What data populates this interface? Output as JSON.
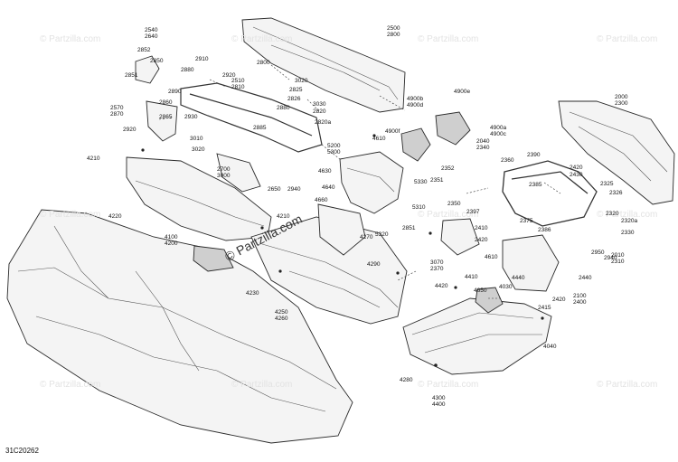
{
  "diagram_code": "31C20262",
  "watermark_text": "© Partzilla.com",
  "center_watermark": "© Partzilla.com",
  "parts": [
    {
      "label": "2540\n2640"
    },
    {
      "label": "2852"
    },
    {
      "label": "2851"
    },
    {
      "label": "2850"
    },
    {
      "label": "2910"
    },
    {
      "label": "2880"
    },
    {
      "label": "2920"
    },
    {
      "label": "2890"
    },
    {
      "label": "2860"
    },
    {
      "label": "2865"
    },
    {
      "label": "2570\n2870"
    },
    {
      "label": "2930"
    },
    {
      "label": "2920"
    },
    {
      "label": "2800"
    },
    {
      "label": "2510\n2810"
    },
    {
      "label": "3020"
    },
    {
      "label": "2825"
    },
    {
      "label": "2826"
    },
    {
      "label": "3030"
    },
    {
      "label": "2820"
    },
    {
      "label": "2880"
    },
    {
      "label": "2820a"
    },
    {
      "label": "2885"
    },
    {
      "label": "3010"
    },
    {
      "label": "3020"
    },
    {
      "label": "2500\n2800"
    },
    {
      "label": "4900e"
    },
    {
      "label": "4900b\n4900d"
    },
    {
      "label": "4900f"
    },
    {
      "label": "4900a\n4900c"
    },
    {
      "label": "4610"
    },
    {
      "label": "2040\n2340"
    },
    {
      "label": "5200\n5300"
    },
    {
      "label": "2000\n2300"
    },
    {
      "label": "4210"
    },
    {
      "label": "2700\n3000"
    },
    {
      "label": "2650"
    },
    {
      "label": "2940"
    },
    {
      "label": "4630"
    },
    {
      "label": "2352"
    },
    {
      "label": "2351"
    },
    {
      "label": "2390"
    },
    {
      "label": "2360"
    },
    {
      "label": "2420"
    },
    {
      "label": "2430"
    },
    {
      "label": "2325"
    },
    {
      "label": "2326"
    },
    {
      "label": "2385"
    },
    {
      "label": "2320"
    },
    {
      "label": "2320a"
    },
    {
      "label": "2330"
    },
    {
      "label": "4640"
    },
    {
      "label": "5330"
    },
    {
      "label": "4660"
    },
    {
      "label": "5310"
    },
    {
      "label": "4210"
    },
    {
      "label": "4220"
    },
    {
      "label": "4270"
    },
    {
      "label": "5320"
    },
    {
      "label": "2350"
    },
    {
      "label": "2397"
    },
    {
      "label": "2375"
    },
    {
      "label": "2386"
    },
    {
      "label": "2851"
    },
    {
      "label": "2410"
    },
    {
      "label": "2420"
    },
    {
      "label": "4100\n4200"
    },
    {
      "label": "4290"
    },
    {
      "label": "3070\n2370"
    },
    {
      "label": "4610"
    },
    {
      "label": "2950"
    },
    {
      "label": "2940"
    },
    {
      "label": "2010\n2310"
    },
    {
      "label": "4410"
    },
    {
      "label": "4440"
    },
    {
      "label": "4650"
    },
    {
      "label": "4030"
    },
    {
      "label": "2440"
    },
    {
      "label": "4420"
    },
    {
      "label": "2420"
    },
    {
      "label": "2100\n2400"
    },
    {
      "label": "4230"
    },
    {
      "label": "2415"
    },
    {
      "label": "4250\n4260"
    },
    {
      "label": "4040"
    },
    {
      "label": "4280"
    },
    {
      "label": "4300\n4400"
    }
  ]
}
